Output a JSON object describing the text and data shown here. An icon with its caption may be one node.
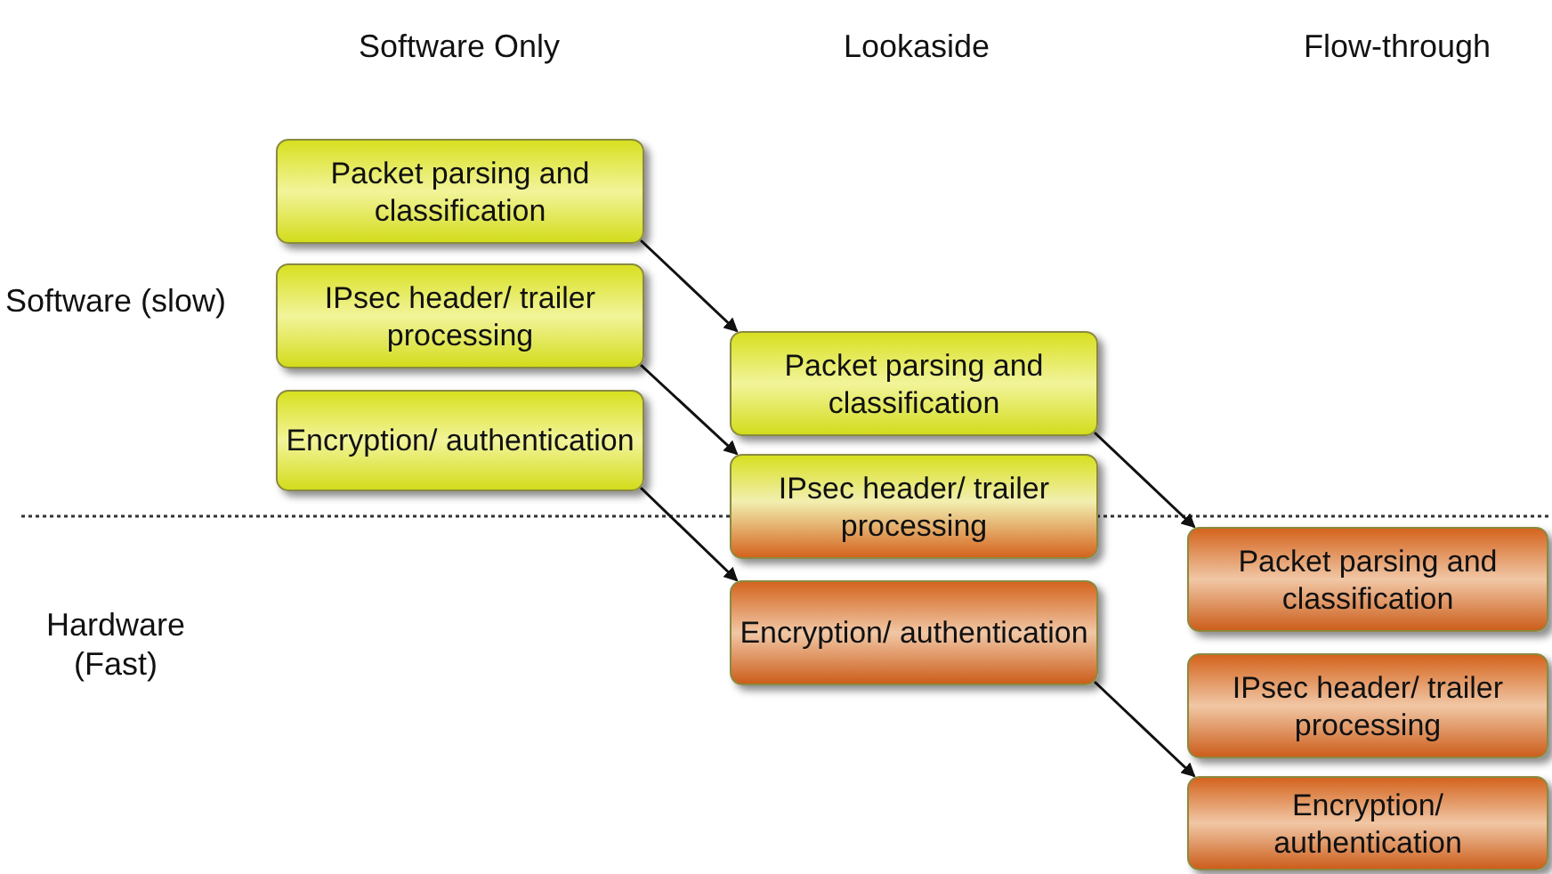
{
  "diagram": {
    "nodes": [
      {
        "text": [
          "Packet parsing and classification"
        ]
      },
      {
        "text": [
          "IPsec header/ trailer processing"
        ]
      },
      {
        "text": [
          "Encryption/ authentication"
        ]
      },
      {
        "text": [
          "Packet parsing and classification"
        ]
      },
      {
        "text": [
          "IPsec header/ trailer processing"
        ]
      },
      {
        "text": [
          "Encryption/ authentication"
        ]
      },
      {
        "text": [
          "Packet parsing and classification"
        ]
      },
      {
        "text": [
          "IPsec header/ trailer processing"
        ]
      },
      {
        "text": [
          "Encryption/ authentication"
        ]
      }
    ],
    "edges": [
      {
        "from": 0,
        "to": 3,
        "arrow": "to"
      },
      {
        "from": 1,
        "to": 4,
        "arrow": "to"
      },
      {
        "from": 2,
        "to": 5,
        "arrow": "to"
      },
      {
        "from": 3,
        "to": 6,
        "arrow": "to"
      },
      {
        "from": 5,
        "to": 8,
        "arrow": "to"
      }
    ],
    "labels": [
      "Software Only",
      "Lookaside",
      "Flow-through",
      "Software (slow)",
      "Hardware (Fast)"
    ]
  }
}
